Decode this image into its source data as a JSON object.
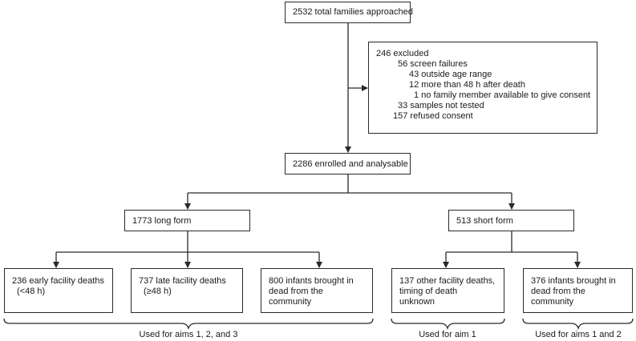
{
  "approached": {
    "label": "2532 total families approached"
  },
  "excluded": {
    "lines": [
      "246 excluded",
      "56 screen failures",
      "43 outside age range",
      "12 more than 48 h after death",
      "1 no family member available to give consent",
      "33 samples not tested",
      "157 refused consent"
    ]
  },
  "enrolled": {
    "label": "2286 enrolled and analysable"
  },
  "long_form": {
    "label": "1773 long form"
  },
  "short_form": {
    "label": "513 short form"
  },
  "early": {
    "lines": [
      "236 early facility deaths",
      "(<48 h)"
    ]
  },
  "late": {
    "lines": [
      "737 late facility deaths",
      "(≥48 h)"
    ]
  },
  "community_long": {
    "lines": [
      "800 infants brought in",
      "dead from the",
      "community"
    ]
  },
  "other_facility": {
    "lines": [
      "137 other facility deaths,",
      "timing of death",
      "unknown"
    ]
  },
  "community_short": {
    "lines": [
      "376 infants brought in",
      "dead from the",
      "community"
    ]
  },
  "aims": {
    "aims_123": "Used for aims 1, 2, and 3",
    "aim_1": "Used for aim 1",
    "aims_12": "Used for aims 1 and 2"
  },
  "colors": {
    "line": "#2a2a2a",
    "text": "#1a1a1a"
  }
}
